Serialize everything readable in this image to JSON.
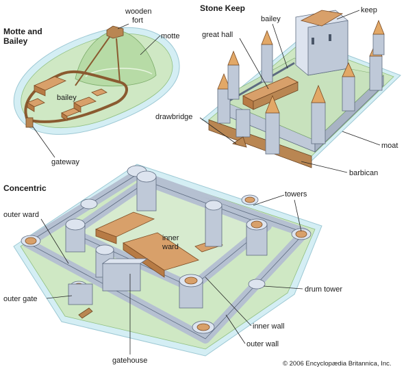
{
  "motte_bailey": {
    "title_line1": "Motte and",
    "title_line2": "Bailey",
    "labels": {
      "wooden": "wooden",
      "fort": "fort",
      "motte": "motte",
      "bailey": "bailey",
      "gateway": "gateway"
    }
  },
  "stone_keep": {
    "title": "Stone Keep",
    "labels": {
      "bailey": "bailey",
      "keep": "keep",
      "great_hall": "great hall",
      "drawbridge": "drawbridge",
      "moat": "moat",
      "barbican": "barbican"
    }
  },
  "concentric": {
    "title": "Concentric",
    "labels": {
      "towers": "towers",
      "outer_ward": "outer ward",
      "inner_ward_1": "inner",
      "inner_ward_2": "ward",
      "outer_gate": "outer gate",
      "drum_tower": "drum tower",
      "inner_wall": "inner wall",
      "outer_wall": "outer wall",
      "gatehouse": "gatehouse"
    }
  },
  "credit": "© 2006 Encyclopædia Britannica, Inc.",
  "colors": {
    "grass": "#cfe8c4",
    "moat": "#d4eef4",
    "stone": "#d9e0ec",
    "roof": "#d8a06a",
    "wood": "#b98652"
  }
}
